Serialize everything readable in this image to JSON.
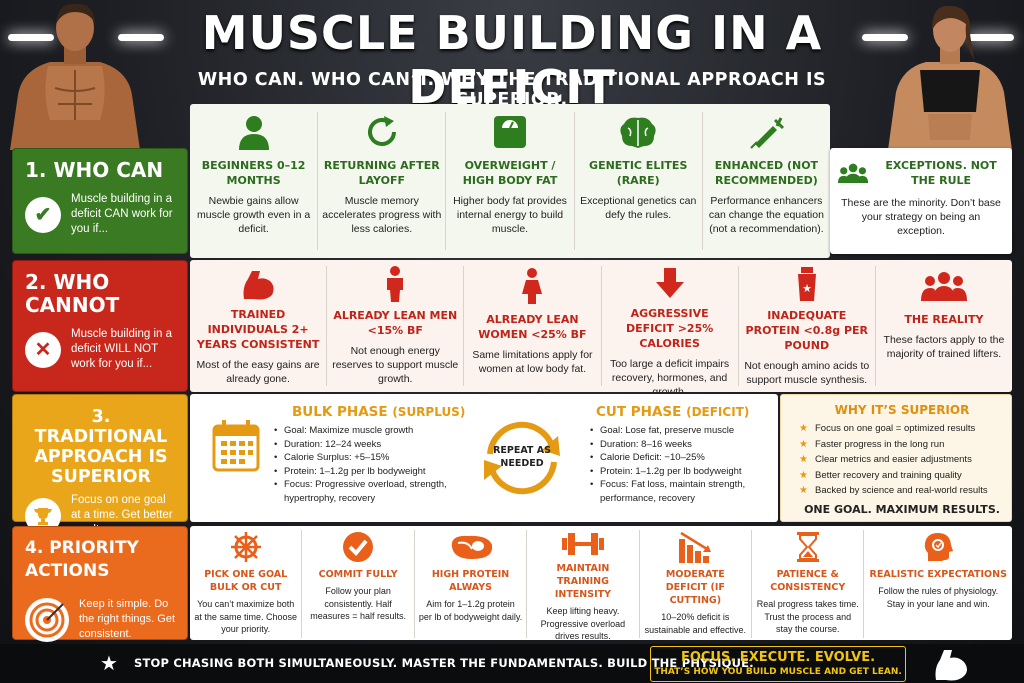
{
  "title": "MUSCLE BUILDING IN A DEFICIT",
  "subtitle": "WHO CAN. WHO CAN’T. WHY THE TRADITIONAL APPROACH IS SUPERIOR.",
  "colors": {
    "green": "#3a7a22",
    "red": "#c8281c",
    "amber": "#eaa61a",
    "orange": "#ea6a1e",
    "gold": "#f3c40e"
  },
  "sections": {
    "who_can": {
      "header": "1. WHO CAN",
      "desc": "Muscle building in a deficit CAN work for you if...",
      "icon": "check-icon",
      "items": [
        {
          "icon": "person-icon",
          "title": "BEGINNERS 0–12 MONTHS",
          "body": "Newbie gains allow muscle growth even in a deficit."
        },
        {
          "icon": "refresh-icon",
          "title": "RETURNING AFTER LAYOFF",
          "body": "Muscle memory accelerates progress with less calories."
        },
        {
          "icon": "scale-icon",
          "title": "OVERWEIGHT / HIGH BODY FAT",
          "body": "Higher body fat provides internal energy to build muscle."
        },
        {
          "icon": "brain-icon",
          "title": "GENETIC ELITES (RARE)",
          "body": "Exceptional genetics can defy the rules."
        },
        {
          "icon": "syringe-icon",
          "title": "ENHANCED (NOT RECOMMENDED)",
          "body": "Performance enhancers can change the equation (not a recommendation)."
        }
      ],
      "exception": {
        "icon": "group-icon",
        "title": "EXCEPTIONS. NOT THE RULE",
        "body": "These are the minority. Don’t base your strategy on being an exception."
      }
    },
    "who_cannot": {
      "header": "2. WHO CANNOT",
      "desc": "Muscle building in a deficit WILL NOT work for you if...",
      "icon": "x-icon",
      "items": [
        {
          "icon": "flexed-arm-icon",
          "title": "TRAINED INDIVIDUALS 2+ YEARS CONSISTENT",
          "body": "Most of the easy gains are already gone."
        },
        {
          "icon": "man-icon",
          "title": "ALREADY LEAN MEN <15% BF",
          "body": "Not enough energy reserves to support muscle growth."
        },
        {
          "icon": "woman-icon",
          "title": "ALREADY LEAN WOMEN <25% BF",
          "body": "Same limitations apply for women at low body fat."
        },
        {
          "icon": "down-arrow-icon",
          "title": "AGGRESSIVE DEFICIT >25% CALORIES",
          "body": "Too large a deficit impairs recovery, hormones, and growth."
        },
        {
          "icon": "protein-shaker-icon",
          "title": "INADEQUATE PROTEIN <0.8g PER POUND",
          "body": "Not enough amino acids to support muscle synthesis."
        },
        {
          "icon": "group-icon",
          "title": "THE REALITY",
          "body": "These factors apply to the majority of trained lifters."
        }
      ]
    },
    "traditional": {
      "header": "3. TRADITIONAL APPROACH IS SUPERIOR",
      "desc": "Focus on one goal at a time. Get better results.",
      "icon": "trophy-icon",
      "bulk": {
        "title": "BULK PHASE",
        "tag": "(SURPLUS)",
        "items": [
          "Goal: Maximize muscle growth",
          "Duration: 12–24 weeks",
          "Calorie Surplus: +5–15%",
          "Protein: 1–1.2g per lb bodyweight",
          "Focus: Progressive overload, strength, hypertrophy, recovery"
        ]
      },
      "repeat": "REPEAT AS NEEDED",
      "cut": {
        "title": "CUT PHASE",
        "tag": "(DEFICIT)",
        "items": [
          "Goal: Lose fat, preserve muscle",
          "Duration: 8–16 weeks",
          "Calorie Deficit: −10–25%",
          "Protein: 1–1.2g per lb bodyweight",
          "Focus: Fat loss, maintain strength, performance, recovery"
        ]
      },
      "why": {
        "title": "WHY IT’S SUPERIOR",
        "items": [
          "Focus on one goal = optimized results",
          "Faster progress in the long run",
          "Clear metrics and easier adjustments",
          "Better recovery and training quality",
          "Backed by science and real-world results"
        ],
        "tagline": "ONE GOAL. MAXIMUM RESULTS."
      }
    },
    "actions": {
      "header": "4. PRIORITY ACTIONS",
      "desc": "Keep it simple. Do the right things. Get consistent.",
      "icon": "target-icon",
      "items": [
        {
          "icon": "ship-wheel-icon",
          "title": "PICK ONE GOAL BULK OR CUT",
          "body": "You can’t maximize both at the same time. Choose your priority."
        },
        {
          "icon": "check-circle-icon",
          "title": "COMMIT FULLY",
          "body": "Follow your plan consistently. Half measures = half results."
        },
        {
          "icon": "steak-icon",
          "title": "HIGH PROTEIN ALWAYS",
          "body": "Aim for 1–1.2g protein per lb of bodyweight daily."
        },
        {
          "icon": "dumbbell-icon",
          "title": "MAINTAIN TRAINING INTENSITY",
          "body": "Keep lifting heavy. Progressive overload drives results."
        },
        {
          "icon": "bar-chart-down-icon",
          "title": "MODERATE DEFICIT (IF CUTTING)",
          "body": "10–20% deficit is sustainable and effective."
        },
        {
          "icon": "hourglass-icon",
          "title": "PATIENCE & CONSISTENCY",
          "body": "Real progress takes time. Trust the process and stay the course."
        },
        {
          "icon": "head-gear-icon",
          "title": "REALISTIC EXPECTATIONS",
          "body": "Follow the rules of physiology. Stay in your lane and win."
        }
      ]
    }
  },
  "footer": {
    "text": "STOP CHASING BOTH SIMULTANEOUSLY. MASTER THE FUNDAMENTALS. BUILD THE PHYSIQUE.",
    "badge_title": "FOCUS. EXECUTE. EVOLVE.",
    "badge_sub": "THAT’S HOW YOU BUILD MUSCLE AND GET LEAN."
  }
}
